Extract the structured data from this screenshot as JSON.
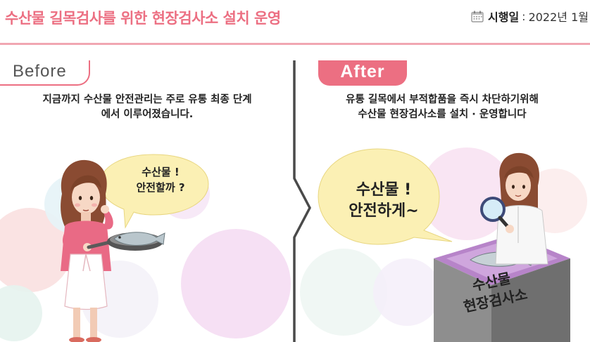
{
  "header": {
    "title": "수산물 길목검사를 위한 현장검사소 설치 운영",
    "date_label": "시행일",
    "date_separator": ":",
    "date_value": "2022년 1월",
    "calendar_icon": "calendar-icon"
  },
  "before": {
    "tag": "Before",
    "caption_lines": [
      "지금까지 수산물 안전관리는 주로 유통 최종 단계",
      "에서 이루어졌습니다."
    ],
    "bubble_lines": [
      "수산물 !",
      "안전할까 ?"
    ]
  },
  "after": {
    "tag": "After",
    "caption_lines": [
      "유통 길목에서 부적합품을 즉시 차단하기위해",
      "수산물 현장검사소를 설치 · 운영합니다"
    ],
    "bubble_lines": [
      "수산물 !",
      "안전하게~"
    ],
    "box_label_lines": [
      "수산물",
      "현장검사소"
    ]
  },
  "colors": {
    "accent": "#ec6f82",
    "divider": "#4a4a4a",
    "bubble_fill": "#fbf0b4",
    "box_gray": "#7d7d7d",
    "box_top": "#b784c9"
  }
}
